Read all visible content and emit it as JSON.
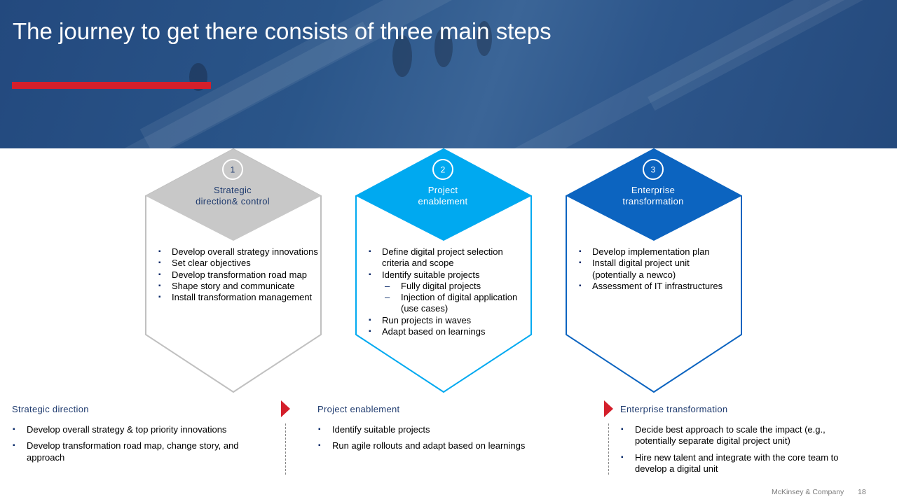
{
  "title": "The journey to get there consists of three main steps",
  "colors": {
    "accent_red": "#d41f2b",
    "hero_blue": "#23497e",
    "step1": "#c8c8c8",
    "step2": "#00a9f0",
    "step3": "#0c64c0",
    "heading_text": "#1e3a6e"
  },
  "steps": [
    {
      "number": "1",
      "title_line1": "Strategic",
      "title_line2": "direction& control",
      "bullets": [
        "Develop overall strategy innovations",
        "Set clear objectives",
        "Develop transformation road map",
        "Shape story and communicate",
        "Install transformation management"
      ]
    },
    {
      "number": "2",
      "title_line1": "Project",
      "title_line2": "enablement",
      "bullets": [
        "Define digital project selection criteria and scope",
        "Identify suitable projects",
        "Fully digital projects",
        "Injection of digital application (use cases)",
        "Run projects in waves",
        "Adapt based on learnings"
      ]
    },
    {
      "number": "3",
      "title_line1": "Enterprise",
      "title_line2": "transformation",
      "bullets": [
        "Develop implementation plan",
        "Install digital project unit (potentially a newco)",
        "Assessment of IT infrastructures"
      ]
    }
  ],
  "sections": [
    {
      "title": "Strategic direction",
      "bullets": [
        "Develop overall strategy & top priority innovations",
        "Develop transformation road map, change story, and approach"
      ]
    },
    {
      "title": "Project enablement",
      "bullets": [
        "Identify suitable projects",
        "Run agile rollouts and adapt based on learnings"
      ]
    },
    {
      "title": "Enterprise transformation",
      "bullets": [
        "Decide best approach to scale the impact (e.g., potentially separate digital project unit)",
        "Hire new talent and integrate with the core team to develop a digital unit"
      ]
    }
  ],
  "footer": {
    "company": "McKinsey & Company",
    "page": "18"
  }
}
